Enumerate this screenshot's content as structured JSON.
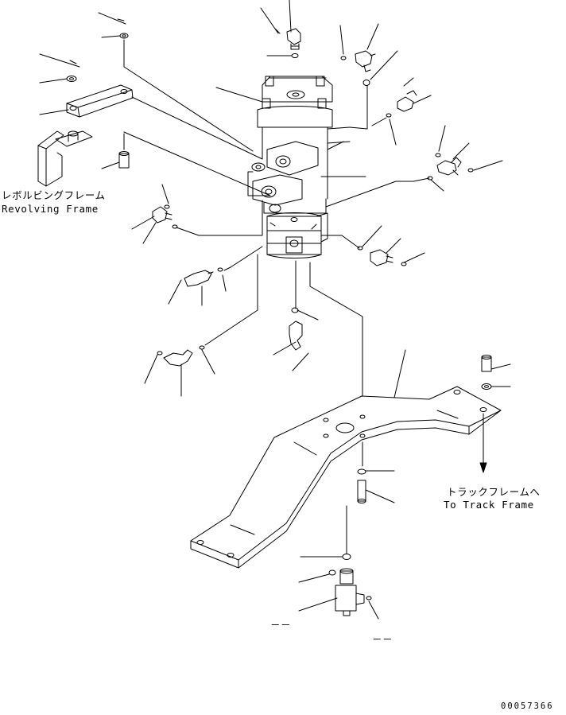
{
  "labels": {
    "revolving_frame_jp": "レボルビングフレーム",
    "revolving_frame_en": "Revolving Frame",
    "track_frame_jp": "トラックフレームへ",
    "track_frame_en": "To Track Frame",
    "placeholder_left": "－－",
    "placeholder_right": "－－"
  },
  "reference_number": "00057366"
}
